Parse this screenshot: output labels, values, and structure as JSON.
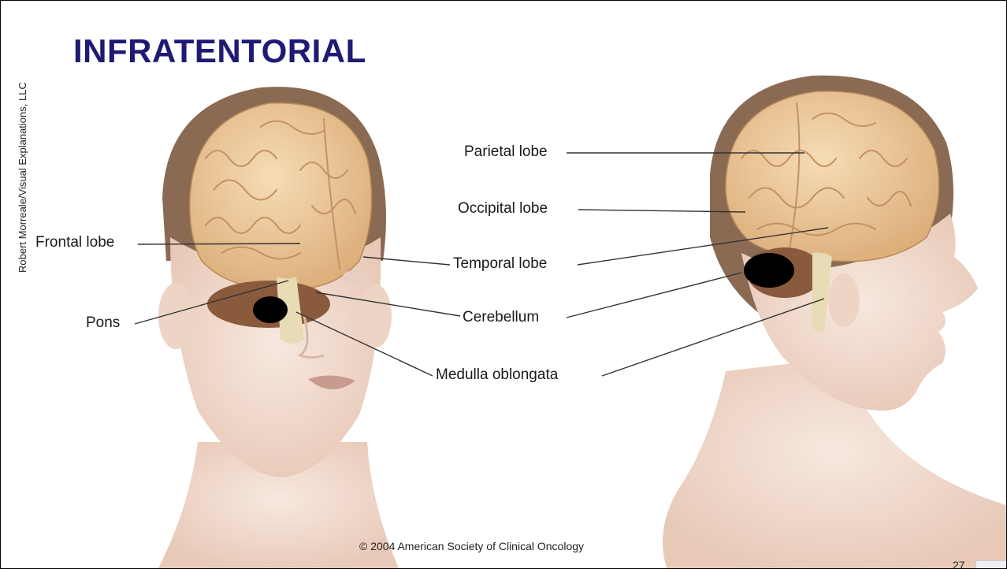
{
  "slide": {
    "title": "INFRATENTORIAL",
    "side_credit": "Robert Morreale/Visual Explanations, LLC",
    "copyright": "© 2004 American Society of Clinical Oncology",
    "page_number": "27"
  },
  "labels": {
    "frontal_lobe": "Frontal lobe",
    "pons": "Pons",
    "parietal_lobe": "Parietal lobe",
    "occipital_lobe": "Occipital lobe",
    "temporal_lobe": "Temporal lobe",
    "cerebellum": "Cerebellum",
    "medulla_oblongata": "Medulla oblongata"
  },
  "colors": {
    "title": "#1f1a73",
    "skin": "#f2ddd0",
    "hair": "#8a6a52",
    "brain": "#eecb9e",
    "cerebellum": "#8a5a3c",
    "redaction": "#000000"
  }
}
